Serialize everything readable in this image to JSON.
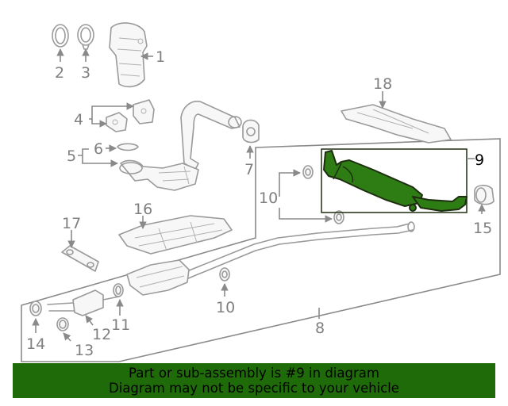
{
  "callouts": {
    "c1": "1",
    "c2": "2",
    "c3": "3",
    "c4": "4",
    "c5": "5",
    "c6": "6",
    "c7": "7",
    "c8": "8",
    "c9": "9",
    "c10a": "10",
    "c10b": "10",
    "c11": "11",
    "c12": "12",
    "c13": "13",
    "c14": "14",
    "c15": "15",
    "c16": "16",
    "c17": "17",
    "c18": "18"
  },
  "highlight": {
    "part_number": "9",
    "color": "#2e7d14"
  },
  "banner": {
    "line1": "Part or sub-assembly is #9 in diagram",
    "line2": "Diagram may not be specific to your vehicle",
    "background": "#1f6b0a"
  }
}
